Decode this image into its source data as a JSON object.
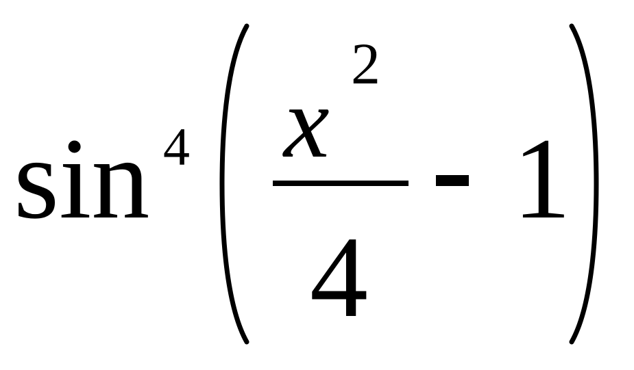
{
  "formula": {
    "function": "sin",
    "power": "4",
    "numerator_variable": "x",
    "numerator_exponent": "2",
    "denominator": "4",
    "operator": "-",
    "constant": "1"
  },
  "colors": {
    "text": "#000000",
    "background": "#ffffff"
  }
}
